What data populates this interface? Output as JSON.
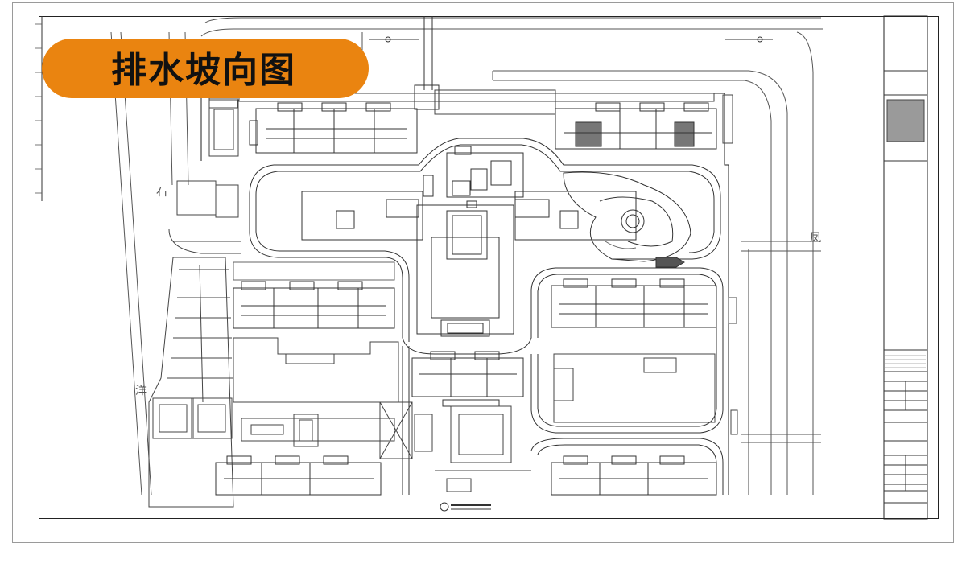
{
  "title": "排水坡向图",
  "street_labels": {
    "west_top": "石",
    "west_bottom": "洋",
    "east": "凤"
  },
  "colors": {
    "badge": "#ea8410",
    "line": "#333333"
  }
}
